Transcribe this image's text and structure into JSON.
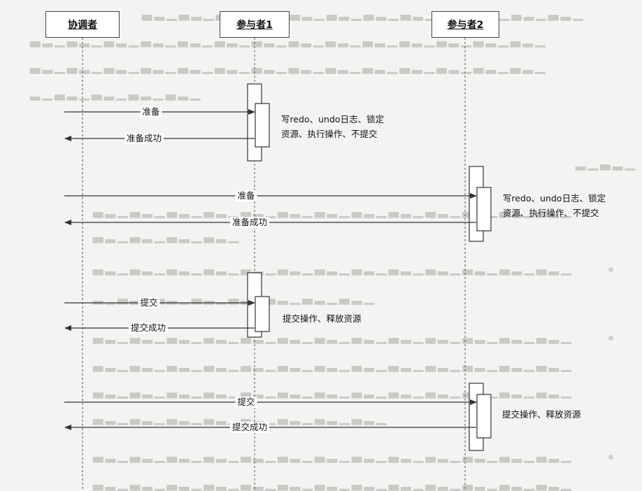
{
  "participants": {
    "coordinator": "协调者",
    "participant1": "参与者1",
    "participant2": "参与者2"
  },
  "messages": {
    "prepare_1": "准备",
    "prepare_ok_1": "准备成功",
    "prepare_2": "准备",
    "prepare_ok_2": "准备成功",
    "commit_1": "提交",
    "commit_ok_1": "提交成功",
    "commit_2": "提交",
    "commit_ok_2": "提交成功"
  },
  "notes": {
    "prepare_p1_line1": "写redo、undo日志、锁定",
    "prepare_p1_line2": "资源、执行操作、不提交",
    "prepare_p2_line1": "写redo、undo日志、锁定",
    "prepare_p2_line2": "资源、执行操作、不提交",
    "commit_p1": "提交操作、释放资源",
    "commit_p2": "提交操作、释放资源"
  },
  "colors": {
    "line": "#444444",
    "lifeline": "#555555",
    "background": "#f3f3f1"
  }
}
